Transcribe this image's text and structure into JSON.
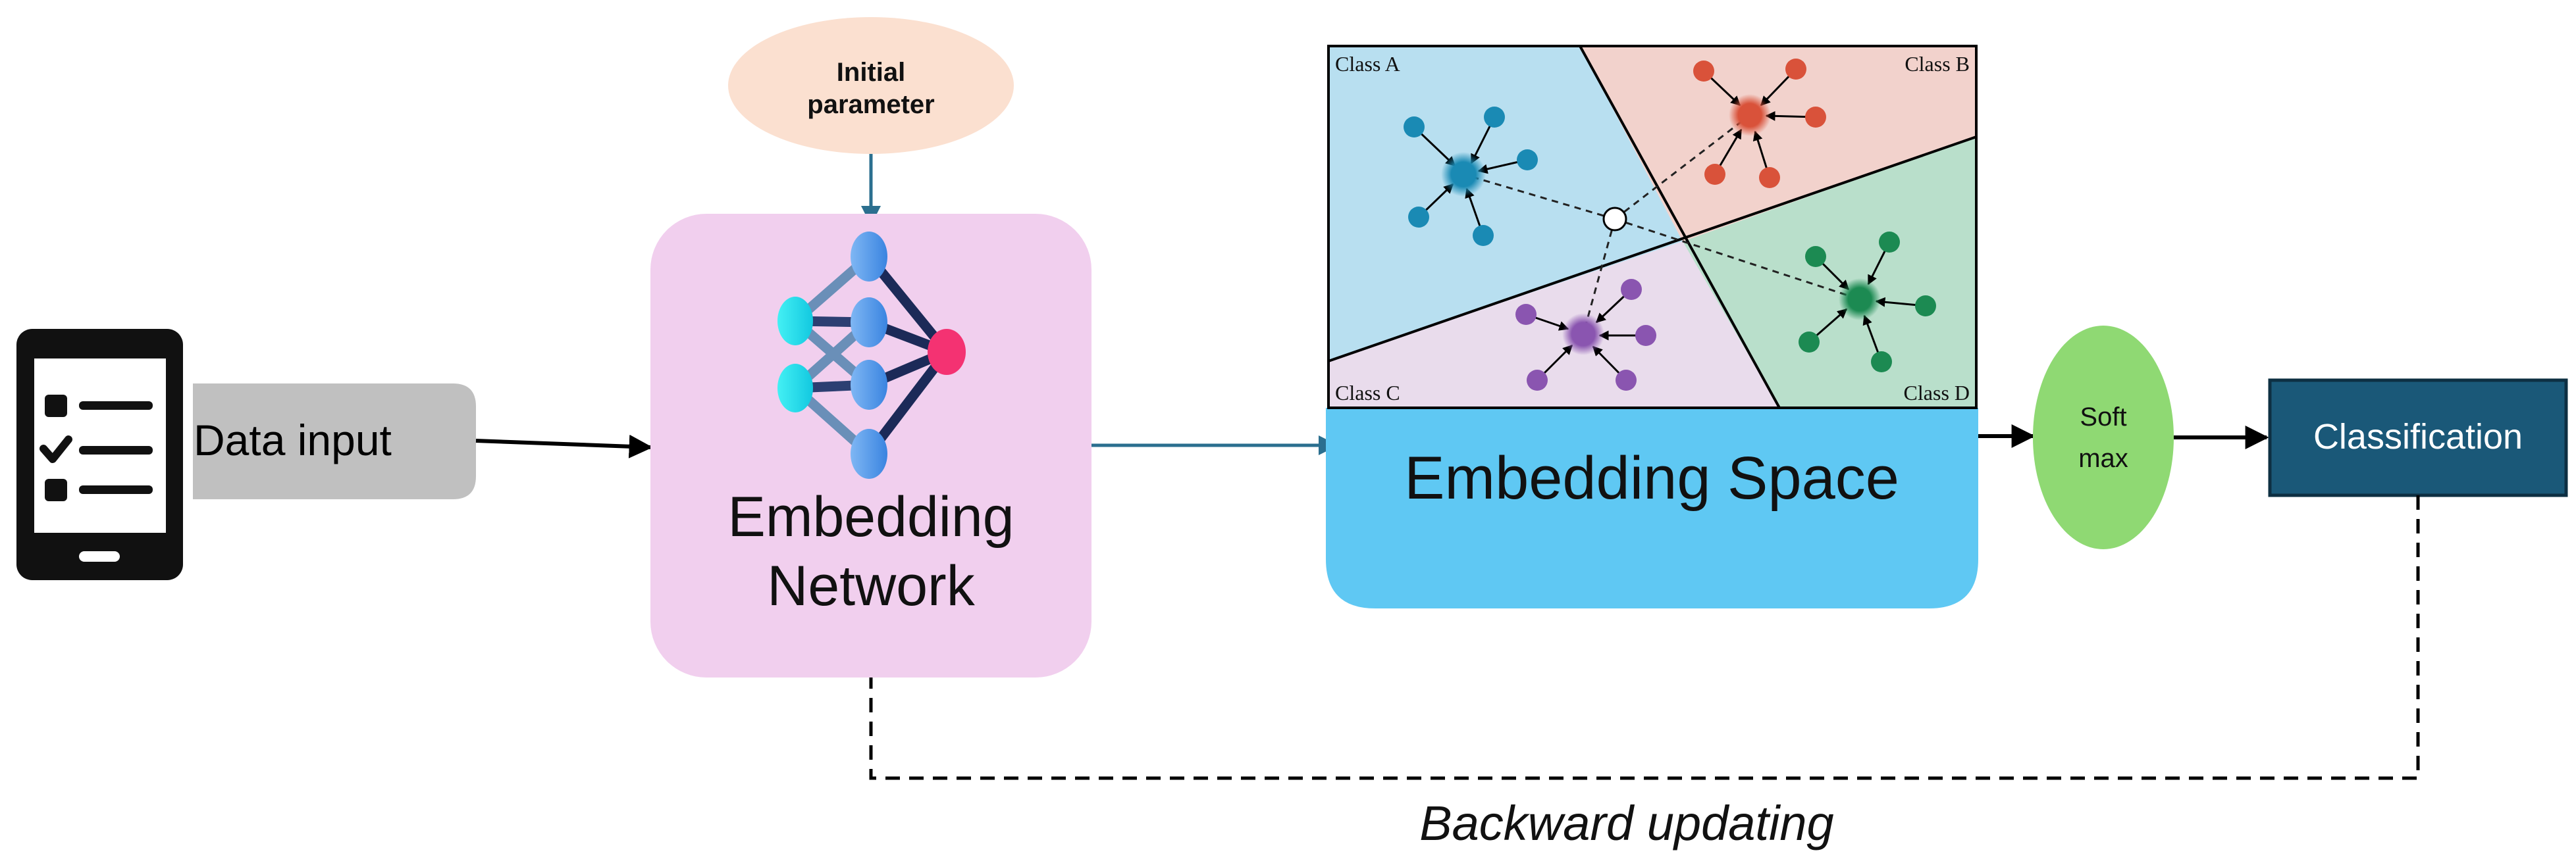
{
  "labels": {
    "data_input": "Data input",
    "initial_parameter_line1": "Initial",
    "initial_parameter_line2": "parameter",
    "embedding_network_line1": "Embedding",
    "embedding_network_line2": "Network",
    "embedding_space": "Embedding Space",
    "softmax_line1": "Soft",
    "softmax_line2": "max",
    "classification": "Classification",
    "backward_updating": "Backward updating",
    "class_a": "Class A",
    "class_b": "Class B",
    "class_c": "Class C",
    "class_d": "Class D"
  },
  "icons": {
    "device": "tablet-checklist-icon",
    "network": "neural-network-icon"
  },
  "colors": {
    "data_input_box": "#c0c0c0",
    "initial_parameter_ellipse": "#fbe0d0",
    "embedding_network_box": "#f1cfee",
    "embedding_space_box": "#5fc8f3",
    "softmax_ellipse": "#8fd973",
    "classification_box": "#1a5878",
    "class_a_region": "#b8dff0",
    "class_b_region": "#f2d2cc",
    "class_c_region": "#e9dcec",
    "class_d_region": "#b9dfcb",
    "class_a_points": "#1a8ab4",
    "class_b_points": "#d9523a",
    "class_c_points": "#8a55b0",
    "class_d_points": "#1c8a52",
    "arrow_dark": "#000000",
    "arrow_blue": "#2b6f8f"
  }
}
